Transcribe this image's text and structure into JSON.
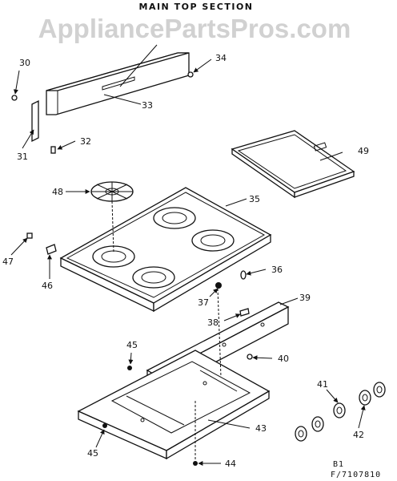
{
  "diagram": {
    "title": "MAIN TOP SECTION",
    "watermark": "AppliancePartsPros.com",
    "footer_code_1": "B1",
    "footer_code_2": "F/7107810",
    "callouts": [
      {
        "id": "30",
        "label": "30"
      },
      {
        "id": "31",
        "label": "31"
      },
      {
        "id": "32",
        "label": "32"
      },
      {
        "id": "33",
        "label": "33"
      },
      {
        "id": "34",
        "label": "34"
      },
      {
        "id": "35",
        "label": "35"
      },
      {
        "id": "36",
        "label": "36"
      },
      {
        "id": "37",
        "label": "37"
      },
      {
        "id": "38",
        "label": "38"
      },
      {
        "id": "39",
        "label": "39"
      },
      {
        "id": "40",
        "label": "40"
      },
      {
        "id": "41",
        "label": "41"
      },
      {
        "id": "42",
        "label": "42"
      },
      {
        "id": "43",
        "label": "43"
      },
      {
        "id": "44",
        "label": "44"
      },
      {
        "id": "45a",
        "label": "45"
      },
      {
        "id": "45b",
        "label": "45"
      },
      {
        "id": "46",
        "label": "46"
      },
      {
        "id": "47",
        "label": "47"
      },
      {
        "id": "48",
        "label": "48"
      },
      {
        "id": "49",
        "label": "49"
      }
    ]
  }
}
